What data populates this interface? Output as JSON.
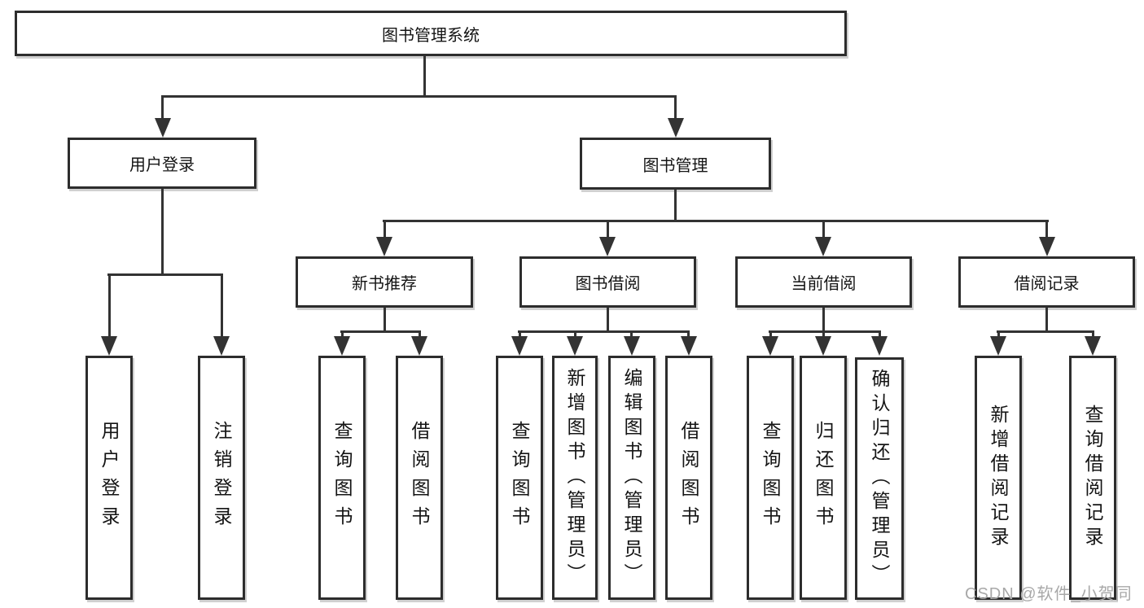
{
  "nodes": {
    "root": "图书管理系统",
    "level1": [
      "用户登录",
      "图书管理"
    ],
    "level2": [
      "新书推荐",
      "图书借阅",
      "当前借阅",
      "借阅记录"
    ],
    "leaves": [
      "用户登录",
      "注销登录",
      "查询图书",
      "借阅图书",
      "查询图书",
      "新增图书（管理员）",
      "编辑图书（管理员）",
      "借阅图书",
      "查询图书",
      "归还图书",
      "确认归还（管理员）",
      "新增借阅记录",
      "查询借阅记录"
    ]
  },
  "watermark": "CSDN @软件_小贺同学",
  "colors": {
    "line": "#333333",
    "border": "#2d2d2d",
    "fill": "#ffffff",
    "text": "#141414",
    "watermark": "#a8a8a8",
    "bg": "#ffffff"
  }
}
